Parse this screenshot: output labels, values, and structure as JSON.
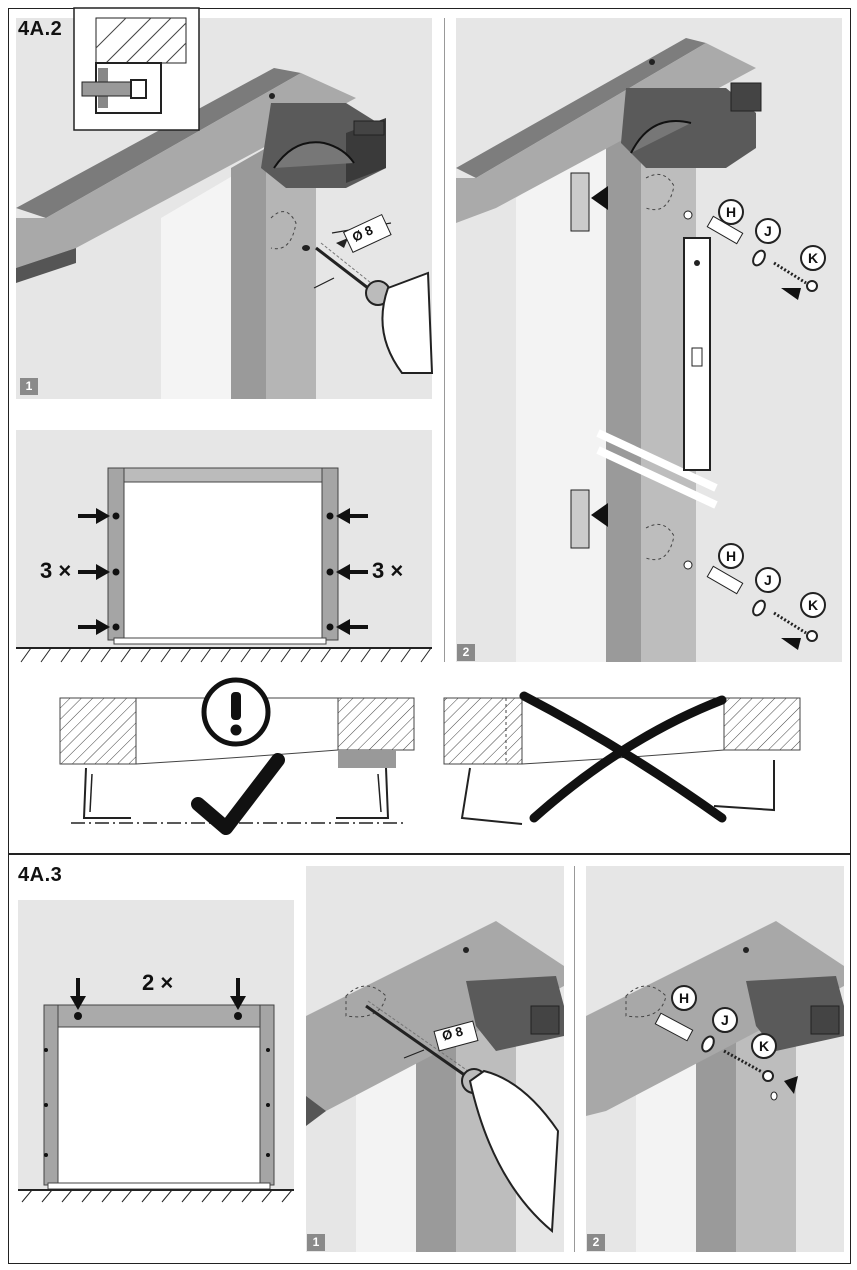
{
  "sections": [
    {
      "title": "4A.2"
    },
    {
      "title": "4A.3"
    }
  ],
  "steps": {
    "s1": "1",
    "s2": "2",
    "s3": "1",
    "s4": "2"
  },
  "drill_size": "Ø 8",
  "drill_size_2": "Ø 8",
  "callouts": {
    "h": "H",
    "j": "J",
    "k": "K"
  },
  "counts": {
    "left": "3 ×",
    "right": "3 ×",
    "top": "2 ×"
  },
  "colors": {
    "panel_bg": "#e6e6e6",
    "frame_dark": "#555555",
    "frame_mid": "#8c8c8c",
    "step_badge": "#8a8a8a"
  }
}
